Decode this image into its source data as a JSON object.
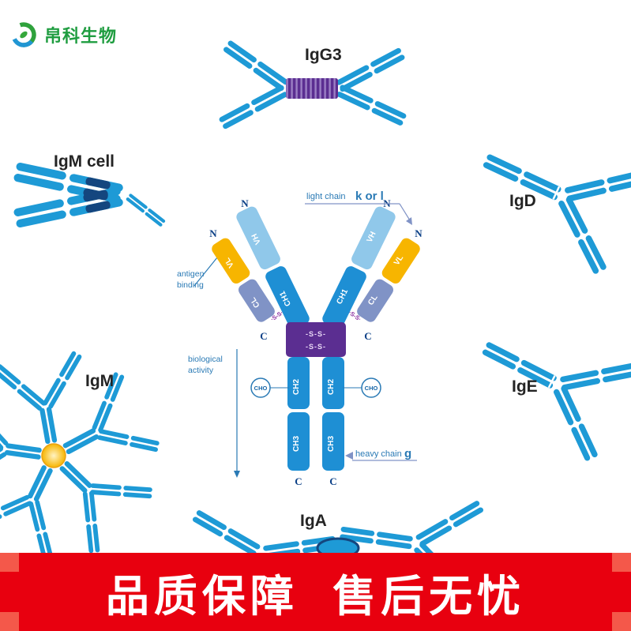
{
  "logo": {
    "brand": "帛科生物"
  },
  "antibody_labels": {
    "igg3": "IgG3",
    "igm_cell": "IgM cell",
    "igd": "IgD",
    "igm": "IgM",
    "ige": "IgE",
    "iga": "IgA"
  },
  "diagram": {
    "light_chain": {
      "prefix": "light chain",
      "suffix": "k or l"
    },
    "heavy_chain": {
      "prefix": "heavy chain",
      "suffix": "g"
    },
    "antigen_binding_line1": "antigen",
    "antigen_binding_line2": "binding",
    "biological_line1": "biological",
    "biological_line2": "activity",
    "terminal_n": "N",
    "terminal_c": "C",
    "disulfide": "-S-S-",
    "disulfide_small": "·S-S·",
    "cho": "CHO",
    "segments": {
      "vl": "VL",
      "vh": "VH",
      "cl": "CL",
      "ch1": "CH1",
      "ch2": "CH2",
      "ch3": "CH3"
    }
  },
  "banner": {
    "text": "品质保障 售后无忧"
  },
  "colors": {
    "main_blue": "#1e9ad6",
    "light_blue": "#90c8ea",
    "navy": "#14467f",
    "purple": "#5b2e91",
    "yellow": "#f7b500",
    "gray_blue": "#8093c6",
    "banner_red": "#e8000f",
    "banner_red_light": "#f4584a",
    "brand_green": "#1f9d40"
  }
}
